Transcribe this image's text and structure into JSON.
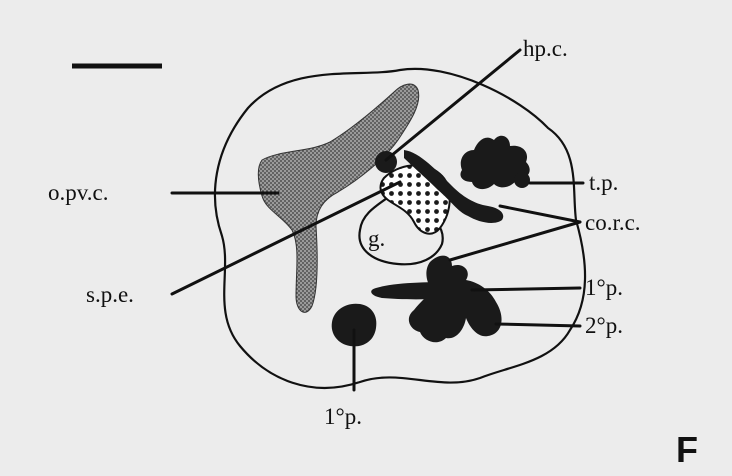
{
  "figure": {
    "panel_letter": "F",
    "labels": {
      "hpc": "hp.c.",
      "tp": "t.p.",
      "opvc": "o.pv.c.",
      "corc": "co.r.c.",
      "g": "g.",
      "spe": "s.p.e.",
      "p1_right": "1°p.",
      "p2": "2°p.",
      "p1_bottom": "1°p."
    },
    "colors": {
      "background": "#ececec",
      "ink": "#111111",
      "stipple": "#555555"
    }
  }
}
